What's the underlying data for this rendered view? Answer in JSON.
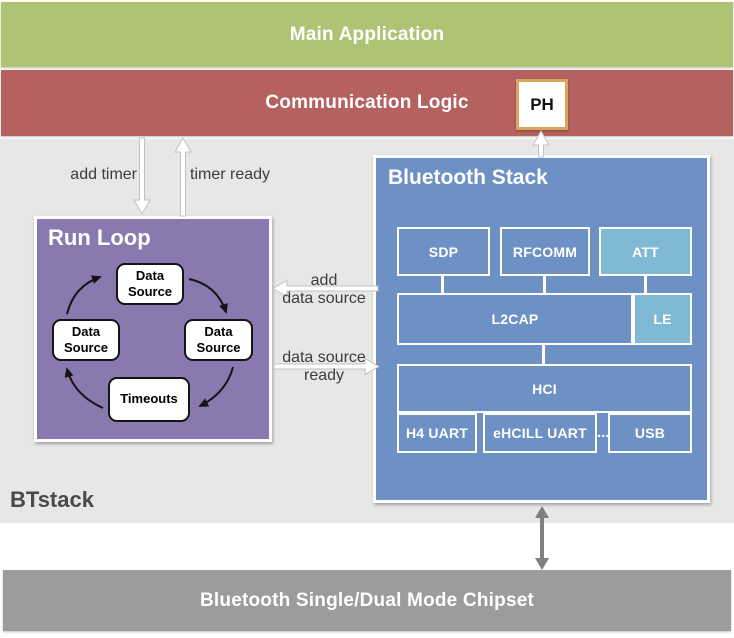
{
  "bars": {
    "main_application": "Main Application",
    "communication_logic": "Communication Logic",
    "ph": "PH",
    "chipset": "Bluetooth Single/Dual Mode Chipset",
    "btstack_label": "BTstack"
  },
  "run_loop": {
    "title": "Run Loop",
    "data_source": "Data Source",
    "timeouts": "Timeouts"
  },
  "bluetooth_stack": {
    "title": "Bluetooth Stack",
    "sdp": "SDP",
    "rfcomm": "RFCOMM",
    "att": "ATT",
    "l2cap": "L2CAP",
    "le": "LE",
    "hci": "HCI",
    "h4_uart": "H4 UART",
    "ehcill_uart": "eHCILL UART",
    "ellipsis": "...",
    "usb": "USB"
  },
  "arrow_labels": {
    "add_timer": "add timer",
    "timer_ready": "timer ready",
    "add_data_source_line1": "add",
    "add_data_source_line2": "data source",
    "data_source_ready_line1": "data source",
    "data_source_ready_line2": "ready"
  },
  "colors": {
    "main_application_bar": "#afc374",
    "communication_logic_bar": "#b4615f",
    "btstack_background": "#e7e7e6",
    "run_loop_box": "#8979ae",
    "bluetooth_stack_box": "#6d91c4",
    "low_energy_highlight": "#80b9d3",
    "chipset_bar": "#9c9c9c",
    "ph_border": "#dda45c",
    "label_text": "#3d3d3d"
  }
}
